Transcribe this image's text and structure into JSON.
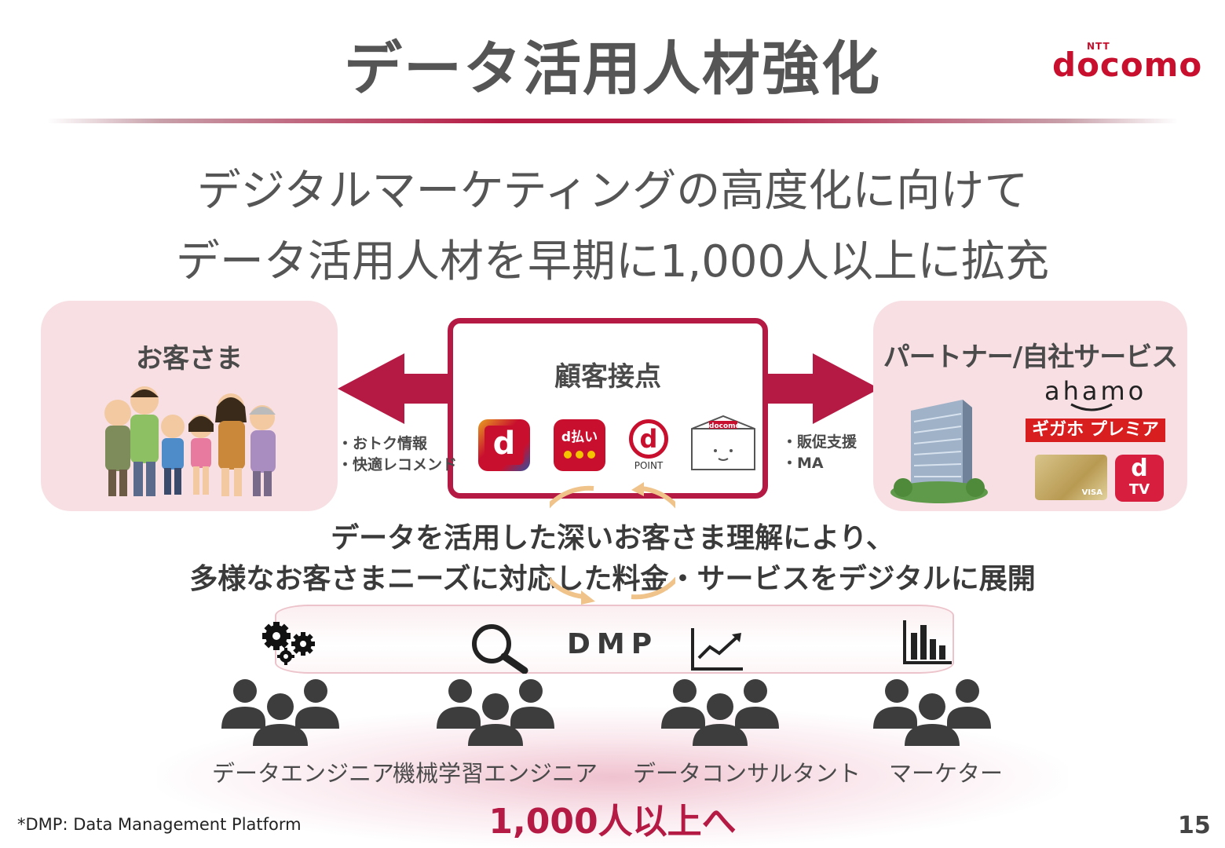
{
  "header": {
    "title": "データ活用人材強化",
    "logo": {
      "ntt": "NTT",
      "word": "docomo"
    }
  },
  "lead": {
    "line1": "デジタルマーケティングの高度化に向けて",
    "line2": "データ活用人材を早期に1,000人以上に拡充"
  },
  "customers": {
    "label": "お客さま"
  },
  "touchpoints": {
    "label": "顧客接点",
    "services": [
      {
        "icon": "d-menu-icon",
        "text": "d"
      },
      {
        "icon": "d-barai-icon",
        "text": "d払い"
      },
      {
        "icon": "d-point-icon",
        "text": "d",
        "sub": "POINT"
      },
      {
        "icon": "docomo-shop-icon",
        "text": "docomo"
      }
    ]
  },
  "partners": {
    "label": "パートナー/自社サービス",
    "brands": {
      "ahamo": "ahamo",
      "giga": "ギガホ プレミア",
      "dcard": "VISA",
      "dtv": "d",
      "dtv_sub": "TV"
    }
  },
  "notes": {
    "left": [
      "・おトク情報",
      "・快適レコメンド"
    ],
    "right": [
      "・販促支援",
      "・MA"
    ]
  },
  "statement": {
    "line1": "データを活用した深いお客さま理解により、",
    "line2": "多様なお客さまニーズに対応した料金・サービスをデジタルに展開"
  },
  "dmp": {
    "label": "DMP"
  },
  "roles": [
    {
      "label": "データエンジニア",
      "icon": "gears-icon"
    },
    {
      "label": "機械学習エンジニア",
      "icon": "magnifier-icon"
    },
    {
      "label": "データコンサルタント",
      "icon": "line-chart-icon"
    },
    {
      "label": "マーケター",
      "icon": "bar-chart-icon"
    }
  ],
  "goal": "1,000人以上へ",
  "footnote": "*DMP: Data Management Platform",
  "page_number": "15",
  "colors": {
    "accent": "#b51a44",
    "brand": "#c8102e",
    "box_pink": "#f7dfe3",
    "people": "#3d3d3d"
  }
}
